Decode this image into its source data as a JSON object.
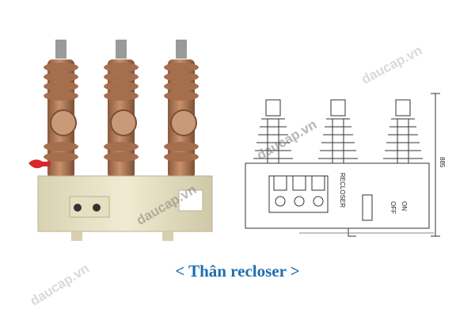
{
  "caption": "< Thân recloser >",
  "watermarks": [
    "daucap.vn",
    "daucap.vn",
    "daucap.vn",
    "daucap.vn"
  ],
  "drawing": {
    "panel_label": "RECLOSER",
    "on_label": "ON",
    "off_label": "OFF",
    "dimension": "885"
  },
  "colors": {
    "bushing": "#b07a58",
    "bushing_dark": "#8a5a3e",
    "tank": "#e8e2c4",
    "handle": "#d8262a",
    "caption": "#1e6fb0"
  }
}
